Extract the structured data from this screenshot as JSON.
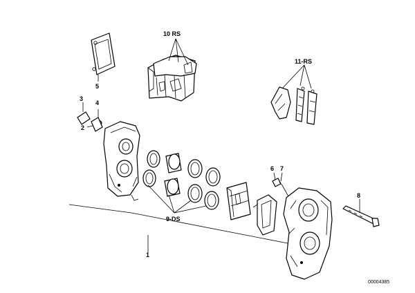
{
  "diagram": {
    "labels": {
      "l1": "1",
      "l2": "2",
      "l3": "3",
      "l4": "4",
      "l5": "5",
      "l6": "6",
      "l7": "7",
      "l8": "8",
      "l9": "9-DS",
      "l10": "10 RS",
      "l11": "11-RS"
    },
    "reference_code": "00004385"
  }
}
